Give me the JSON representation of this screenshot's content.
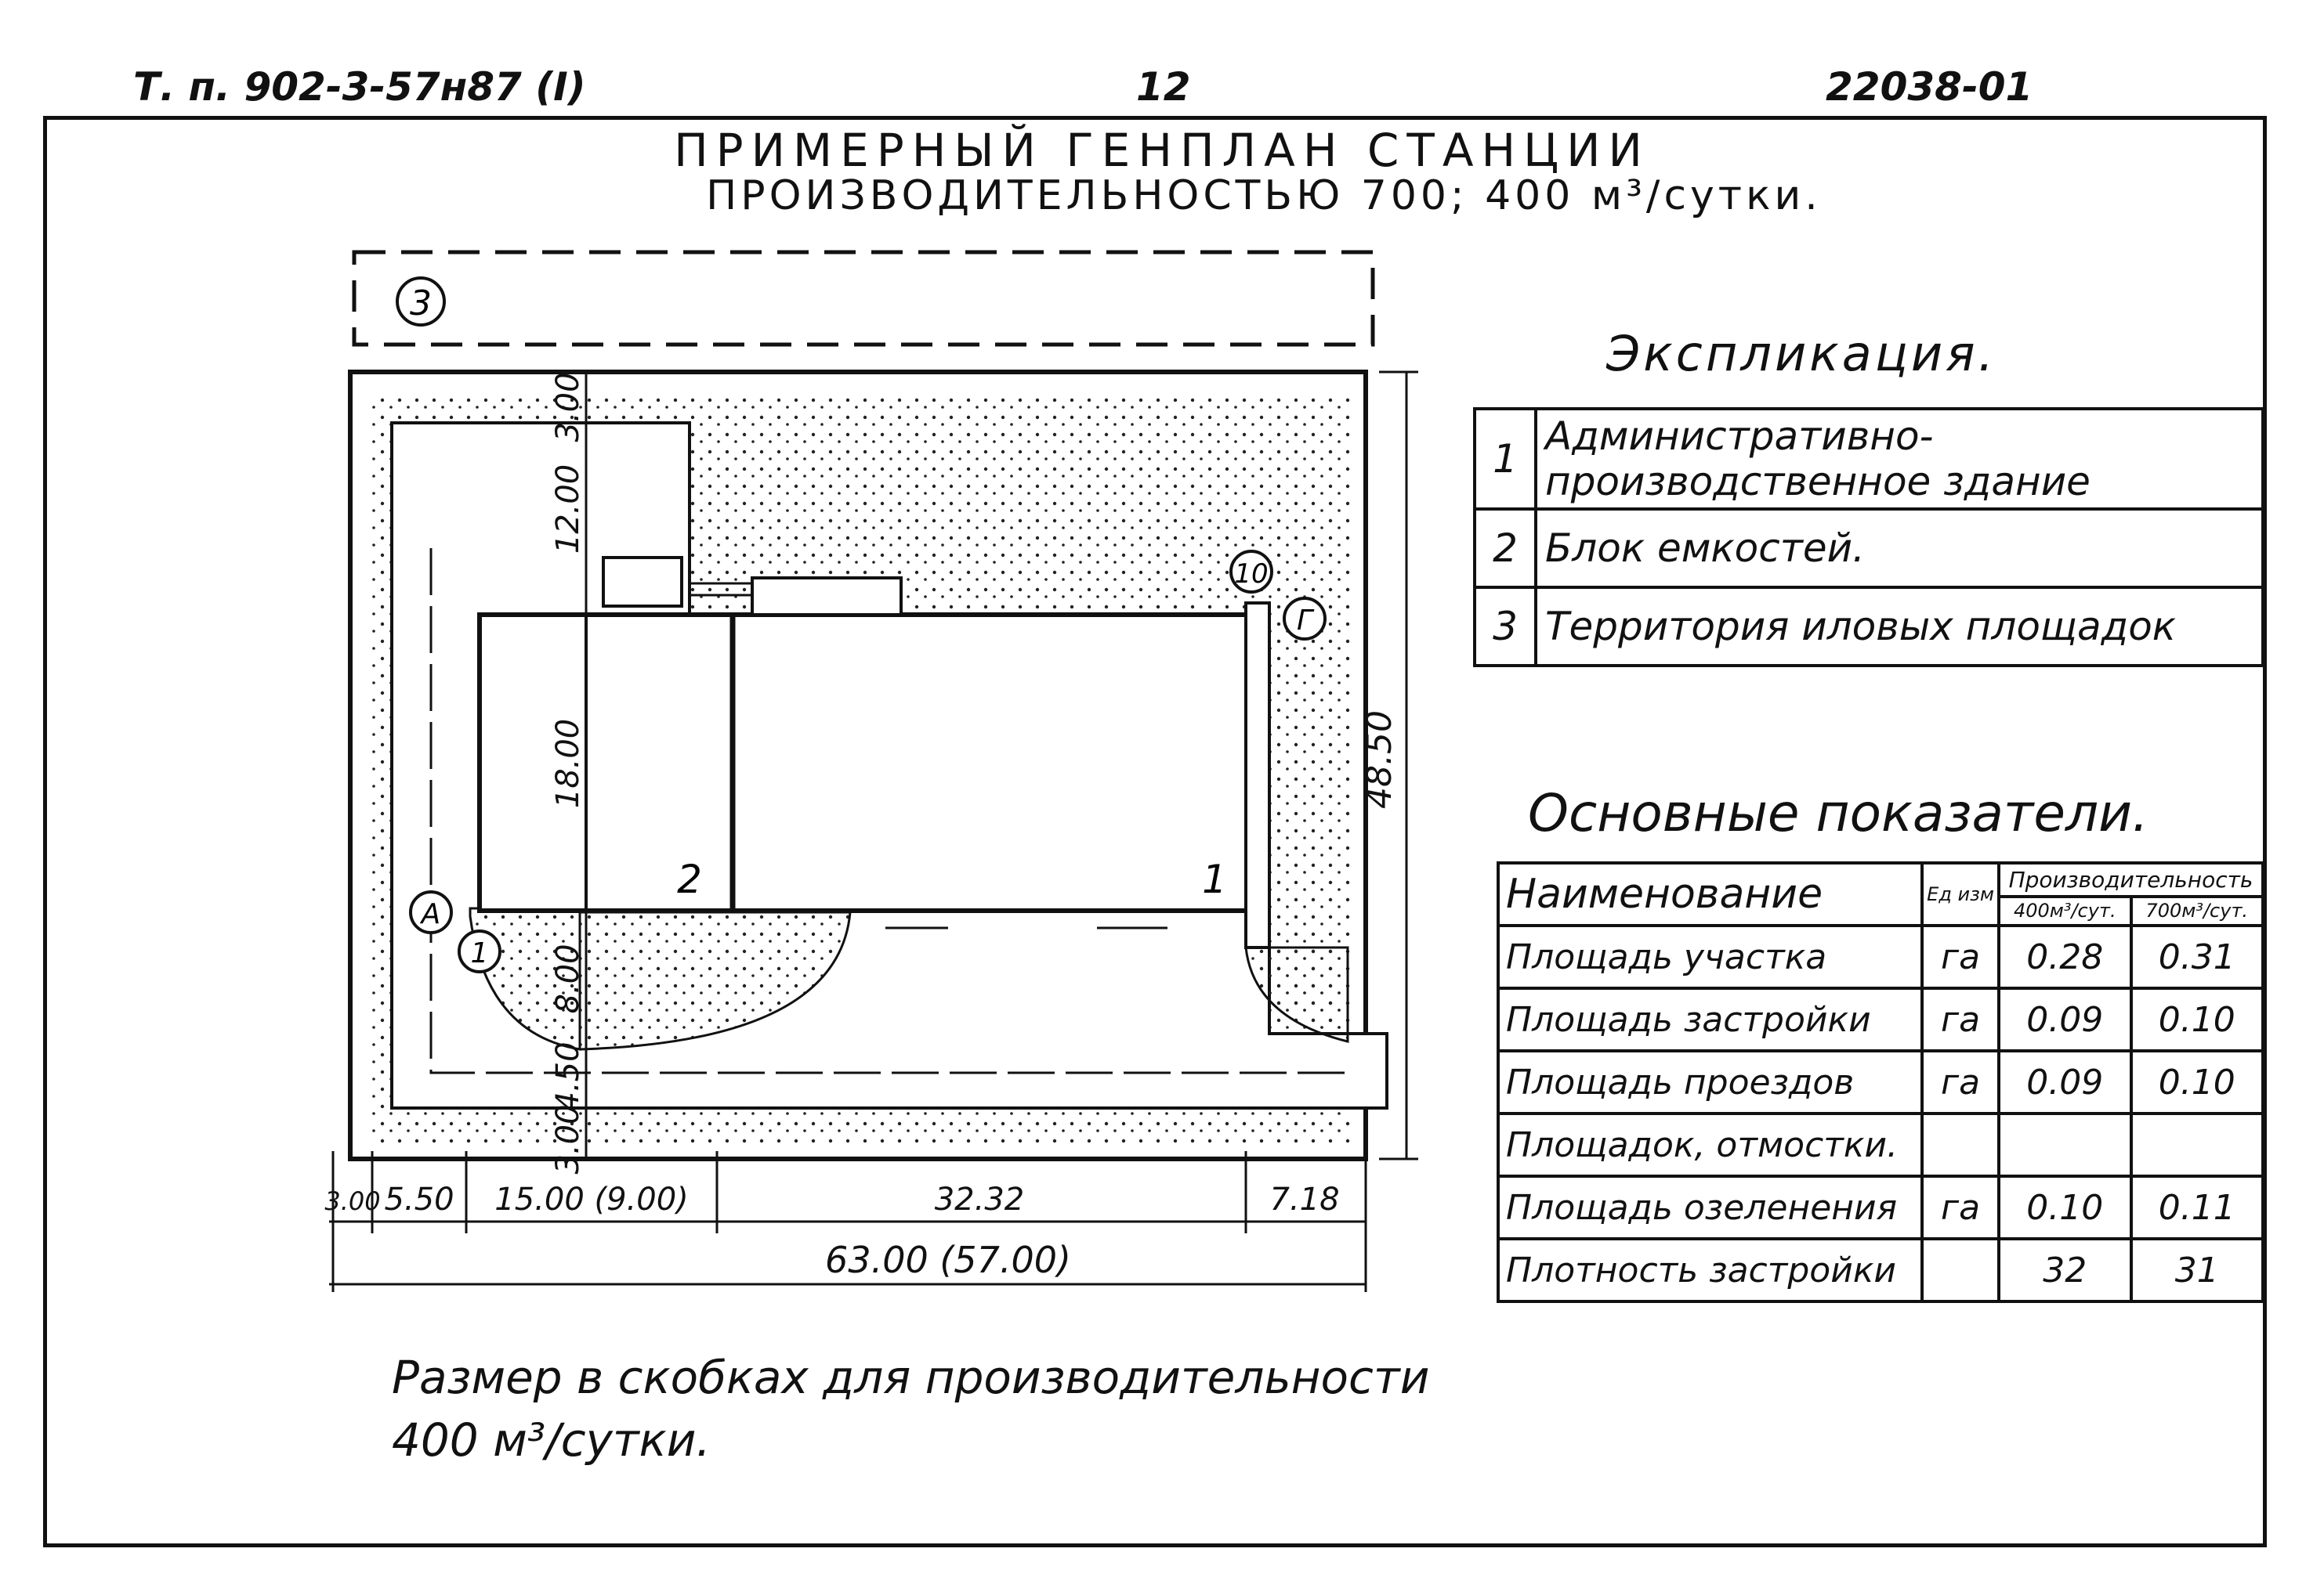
{
  "header": {
    "left": "Т. п. 902-3-57н87 (I)",
    "center": "12",
    "right": "22038-01"
  },
  "title": {
    "line1": "ПРИМЕРНЫЙ ГЕНПЛАН СТАНЦИИ",
    "line2": "ПРОИЗВОДИТЕЛЬНОСТЬЮ 700; 400 м³/сутки."
  },
  "plan": {
    "labels": [
      "3",
      "10",
      "Г",
      "А",
      "1",
      "2",
      "1"
    ],
    "dims_vertical": [
      "3.00",
      "12.00",
      "18.00",
      "8.00",
      "4.50",
      "3.00",
      "48.50"
    ],
    "dims_horizontal": [
      "3.00",
      "5.50",
      "15.00 (9.00)",
      "32.32",
      "7.18",
      "63.00 (57.00)"
    ]
  },
  "explication": {
    "title": "Экспликация.",
    "rows": [
      {
        "num": "1",
        "text": "Административно-производственное здание"
      },
      {
        "num": "2",
        "text": "Блок емкостей."
      },
      {
        "num": "3",
        "text": "Территория иловых площадок"
      }
    ]
  },
  "indicators": {
    "title": "Основные показатели.",
    "head_name": "Наименование",
    "head_unit": "Ед изм",
    "head_prod": "Производительность",
    "head_400": "400м³/сут.",
    "head_700": "700м³/сут.",
    "rows": [
      {
        "name": "Площадь участка",
        "unit": "га",
        "v400": "0.28",
        "v700": "0.31"
      },
      {
        "name": "Площадь застройки",
        "unit": "га",
        "v400": "0.09",
        "v700": "0.10"
      },
      {
        "name": "Площадь проездов",
        "unit": "га",
        "v400": "0.09",
        "v700": "0.10"
      },
      {
        "name": "Площадок, отмостки.",
        "unit": "",
        "v400": "",
        "v700": ""
      },
      {
        "name": "Площадь озеленения",
        "unit": "га",
        "v400": "0.10",
        "v700": "0.11"
      },
      {
        "name": "Плотность застройки",
        "unit": "",
        "v400": "32",
        "v700": "31"
      }
    ]
  },
  "note": {
    "line1": "Размер в скобках для производительности",
    "line2": "400 м³/сутки."
  }
}
